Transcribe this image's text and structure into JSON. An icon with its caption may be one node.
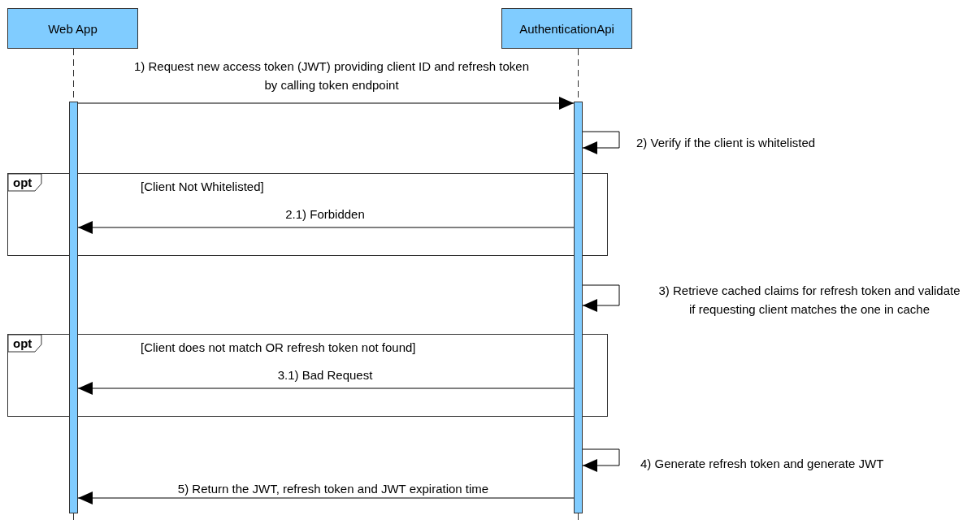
{
  "diagram": {
    "nodes": [
      {
        "text": [
          "Web App"
        ]
      },
      {
        "text": [
          "AuthenticationApi"
        ]
      },
      {
        "text": [],
        "shape": "bar"
      },
      {
        "text": [],
        "shape": "bar"
      },
      {
        "text": [
          "opt",
          "[Client Not Whitelisted]"
        ]
      },
      {
        "text": [
          "opt",
          "[Client does not match OR refresh token not found]"
        ]
      }
    ],
    "edges": [
      {
        "from": 0,
        "to": 2,
        "arrow": "none",
        "style": "dashed"
      },
      {
        "from": 1,
        "to": 3,
        "arrow": "none",
        "style": "dashed"
      },
      {
        "from": 2,
        "to": 3,
        "arrow": "to",
        "label": "1) Request new access token (JWT) providing client ID and refresh token by calling token endpoint"
      },
      {
        "from": 3,
        "to": 3,
        "arrow": "to",
        "label": "2) Verify if the client is whitelisted"
      },
      {
        "from": 3,
        "to": 2,
        "arrow": "to",
        "label": "2.1) Forbidden"
      },
      {
        "from": 3,
        "to": 3,
        "arrow": "to",
        "label": "3) Retrieve cached claims for refresh token and validate if requesting client matches the one in cache"
      },
      {
        "from": 3,
        "to": 2,
        "arrow": "to",
        "label": "3.1) Bad Request"
      },
      {
        "from": 3,
        "to": 3,
        "arrow": "to",
        "label": "4) Generate refresh token and generate JWT"
      },
      {
        "from": 3,
        "to": 2,
        "arrow": "to",
        "label": "5) Return the JWT, refresh token and JWT expiration time"
      }
    ]
  }
}
